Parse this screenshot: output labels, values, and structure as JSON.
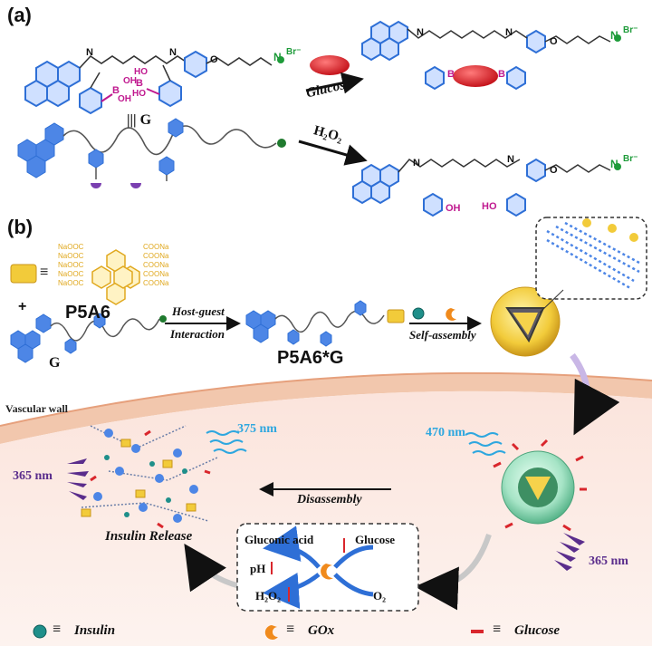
{
  "panels": {
    "a": "(a)",
    "b": "(b)"
  },
  "panel_a": {
    "glucose": "Glucose",
    "h2o2": "H₂O₂",
    "guest_symbol": "|||",
    "guest": "G",
    "bromide": "Br⁻",
    "nitrogen": "N",
    "oxygen": "O",
    "boron": "B",
    "oh": "OH",
    "ho": "HO"
  },
  "panel_b": {
    "host_symbol": "≡",
    "host": "P5A6",
    "plus": "+",
    "guest": "G",
    "complex": "P5A6*G",
    "arrow1_line1": "Host-guest",
    "arrow1_line2": "Interaction",
    "arrow2": "Self-assembly",
    "vascular_wall": "Vascular wall",
    "nm375": "375 nm",
    "nm365_left": "365 nm",
    "nm470": "470 nm",
    "nm365_right": "365 nm",
    "disassembly": "Disassembly",
    "insulin_release": "Insulin Release",
    "gluconic_acid": "Gluconic acid",
    "glucose": "Glucose",
    "ph": "pH",
    "h2o2": "H₂O₂",
    "o2": "O₂",
    "na_labels": [
      "NaOOC",
      "NaOOC",
      "NaOOC",
      "NaOOC",
      "NaOOC",
      "COONa",
      "COONa",
      "COONa",
      "COONa",
      "COONa"
    ]
  },
  "legend": {
    "equiv": "≡",
    "insulin": "Insulin",
    "gox": "GOx",
    "glucose": "Glucose"
  },
  "colors": {
    "benzene": "#2e6fd6",
    "boron": "#c0198f",
    "ammonium": "#1e9b3a",
    "glucose_red": "#d9262c",
    "p5a6_gold": "#e0a81e",
    "light_blue": "#2ea7df",
    "purple": "#5a2d8c",
    "gox_orange": "#f08a1c",
    "insulin_teal": "#1f8f8a",
    "vessel_wall": "#f2c7ad"
  }
}
